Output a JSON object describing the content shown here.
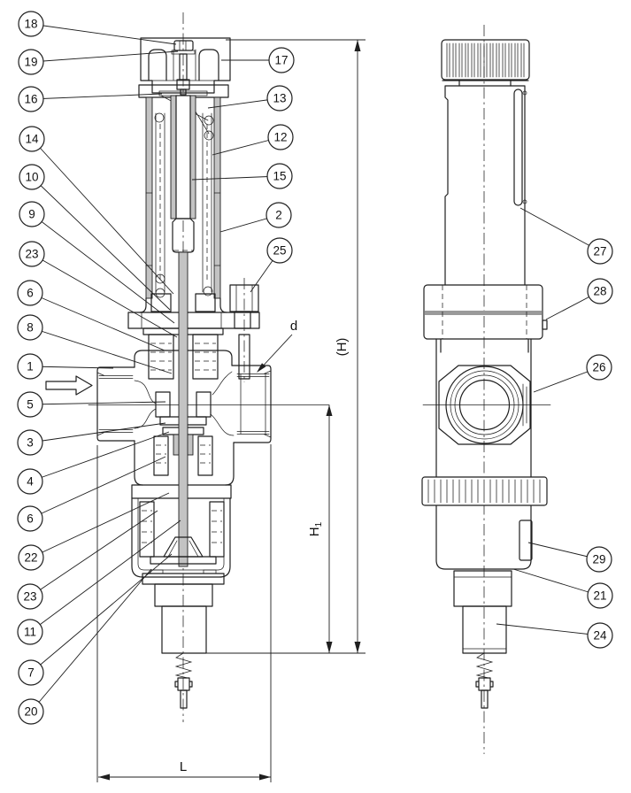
{
  "colors": {
    "background": "#ffffff",
    "line": "#1f1f1f",
    "section_gray": "#c3c3c3",
    "flange_band_gray": "#9a9a9a"
  },
  "callouts": [
    "18",
    "19",
    "16",
    "14",
    "10",
    "9",
    "23",
    "6",
    "8",
    "1",
    "5",
    "3",
    "4",
    "6",
    "22",
    "23",
    "11",
    "7",
    "20",
    "17",
    "13",
    "12",
    "15",
    "2",
    "25",
    "27",
    "28",
    "26",
    "29",
    "21",
    "24"
  ],
  "dimensions": {
    "overall_height": "(H)",
    "center_height": "H",
    "center_height_sub": "1",
    "face_to_face": "L",
    "outlet_size": "d"
  }
}
